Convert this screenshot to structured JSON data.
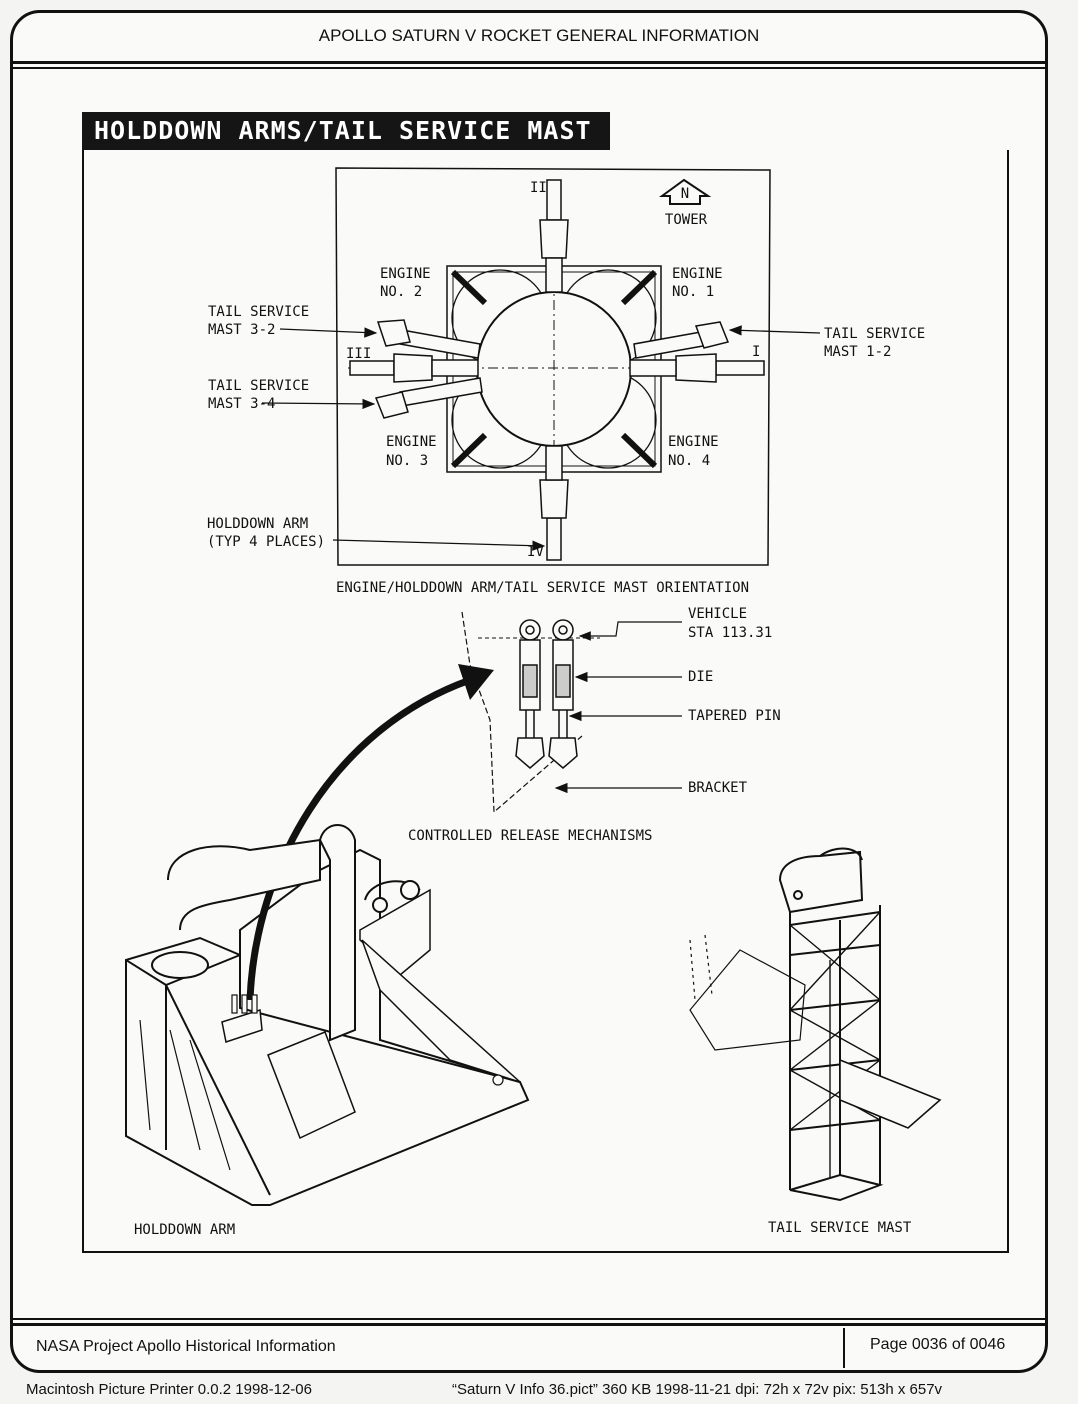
{
  "header": {
    "title": "APOLLO SATURN V ROCKET GENERAL INFORMATION"
  },
  "banner": {
    "title": "HOLDDOWN ARMS/TAIL SERVICE MAST"
  },
  "orientation": {
    "positions": {
      "p1": "I",
      "p2": "II",
      "p3": "III",
      "p4": "IV"
    },
    "north_symbol": "N",
    "tower": "TOWER",
    "engine1": [
      "ENGINE",
      "NO. 1"
    ],
    "engine2": [
      "ENGINE",
      "NO. 2"
    ],
    "engine3": [
      "ENGINE",
      "NO. 3"
    ],
    "engine4": [
      "ENGINE",
      "NO. 4"
    ],
    "tsm32": [
      "TAIL SERVICE",
      "MAST 3-2"
    ],
    "tsm34": [
      "TAIL SERVICE",
      "MAST 3-4"
    ],
    "tsm12": [
      "TAIL SERVICE",
      "MAST 1-2"
    ],
    "holddown": [
      "HOLDDOWN ARM",
      "(TYP 4 PLACES)"
    ],
    "caption": "ENGINE/HOLDDOWN ARM/TAIL SERVICE MAST ORIENTATION"
  },
  "release": {
    "vehicle": [
      "VEHICLE",
      "STA 113.31"
    ],
    "die": "DIE",
    "tapered_pin": "TAPERED PIN",
    "bracket": "BRACKET",
    "caption": "CONTROLLED RELEASE MECHANISMS"
  },
  "captions": {
    "holddown_arm": "HOLDDOWN ARM",
    "tail_service_mast": "TAIL SERVICE MAST"
  },
  "footer": {
    "left": "NASA Project Apollo Historical Information",
    "right": "Page 0036 of 0046"
  },
  "meta": {
    "left": "Macintosh Picture Printer 0.0.2 1998-12-06",
    "right": "“Saturn V Info 36.pict” 360 KB 1998-11-21 dpi: 72h x 72v pix: 513h x 657v"
  }
}
